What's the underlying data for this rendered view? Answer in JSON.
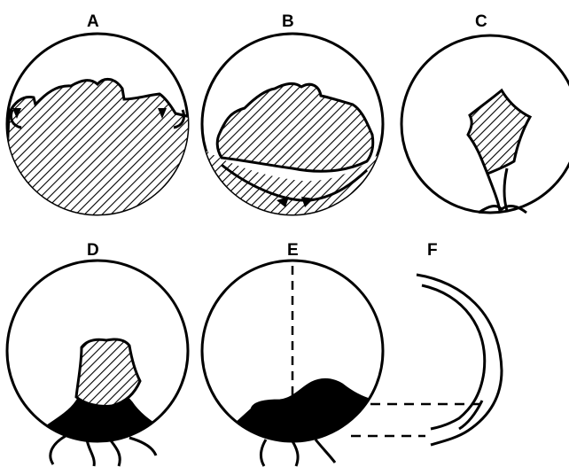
{
  "panels": {
    "a": {
      "label": "A"
    },
    "b": {
      "label": "B"
    },
    "c": {
      "label": "C"
    },
    "d": {
      "label": "D"
    },
    "e": {
      "label": "E"
    },
    "f": {
      "label": "F"
    }
  },
  "colors": {
    "ink": "#000000",
    "background": "#ffffff"
  }
}
